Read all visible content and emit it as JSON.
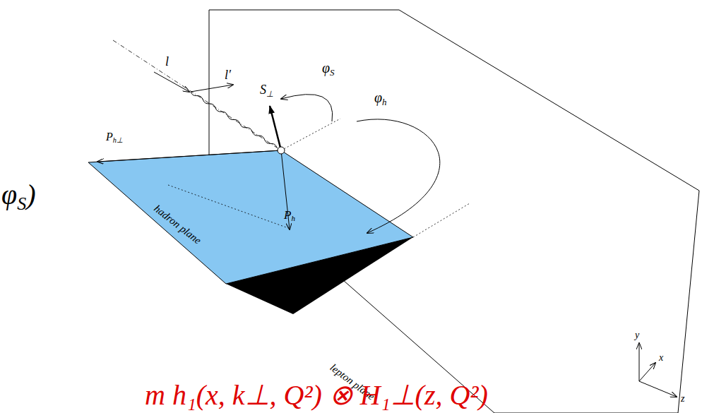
{
  "diagram": {
    "nodes": [
      {
        "text": [
          "lepton plane"
        ]
      },
      {
        "text": [
          "hadron plane"
        ]
      }
    ],
    "labels": [
      "l",
      "l′",
      "S⊥",
      "φS",
      "Ph⊥",
      "Ph",
      "φh",
      "y",
      "x",
      "z",
      "φS)",
      "m h₁(x, k⊥, Q²) ⊗ H₁⊥(z, Q²)"
    ]
  }
}
